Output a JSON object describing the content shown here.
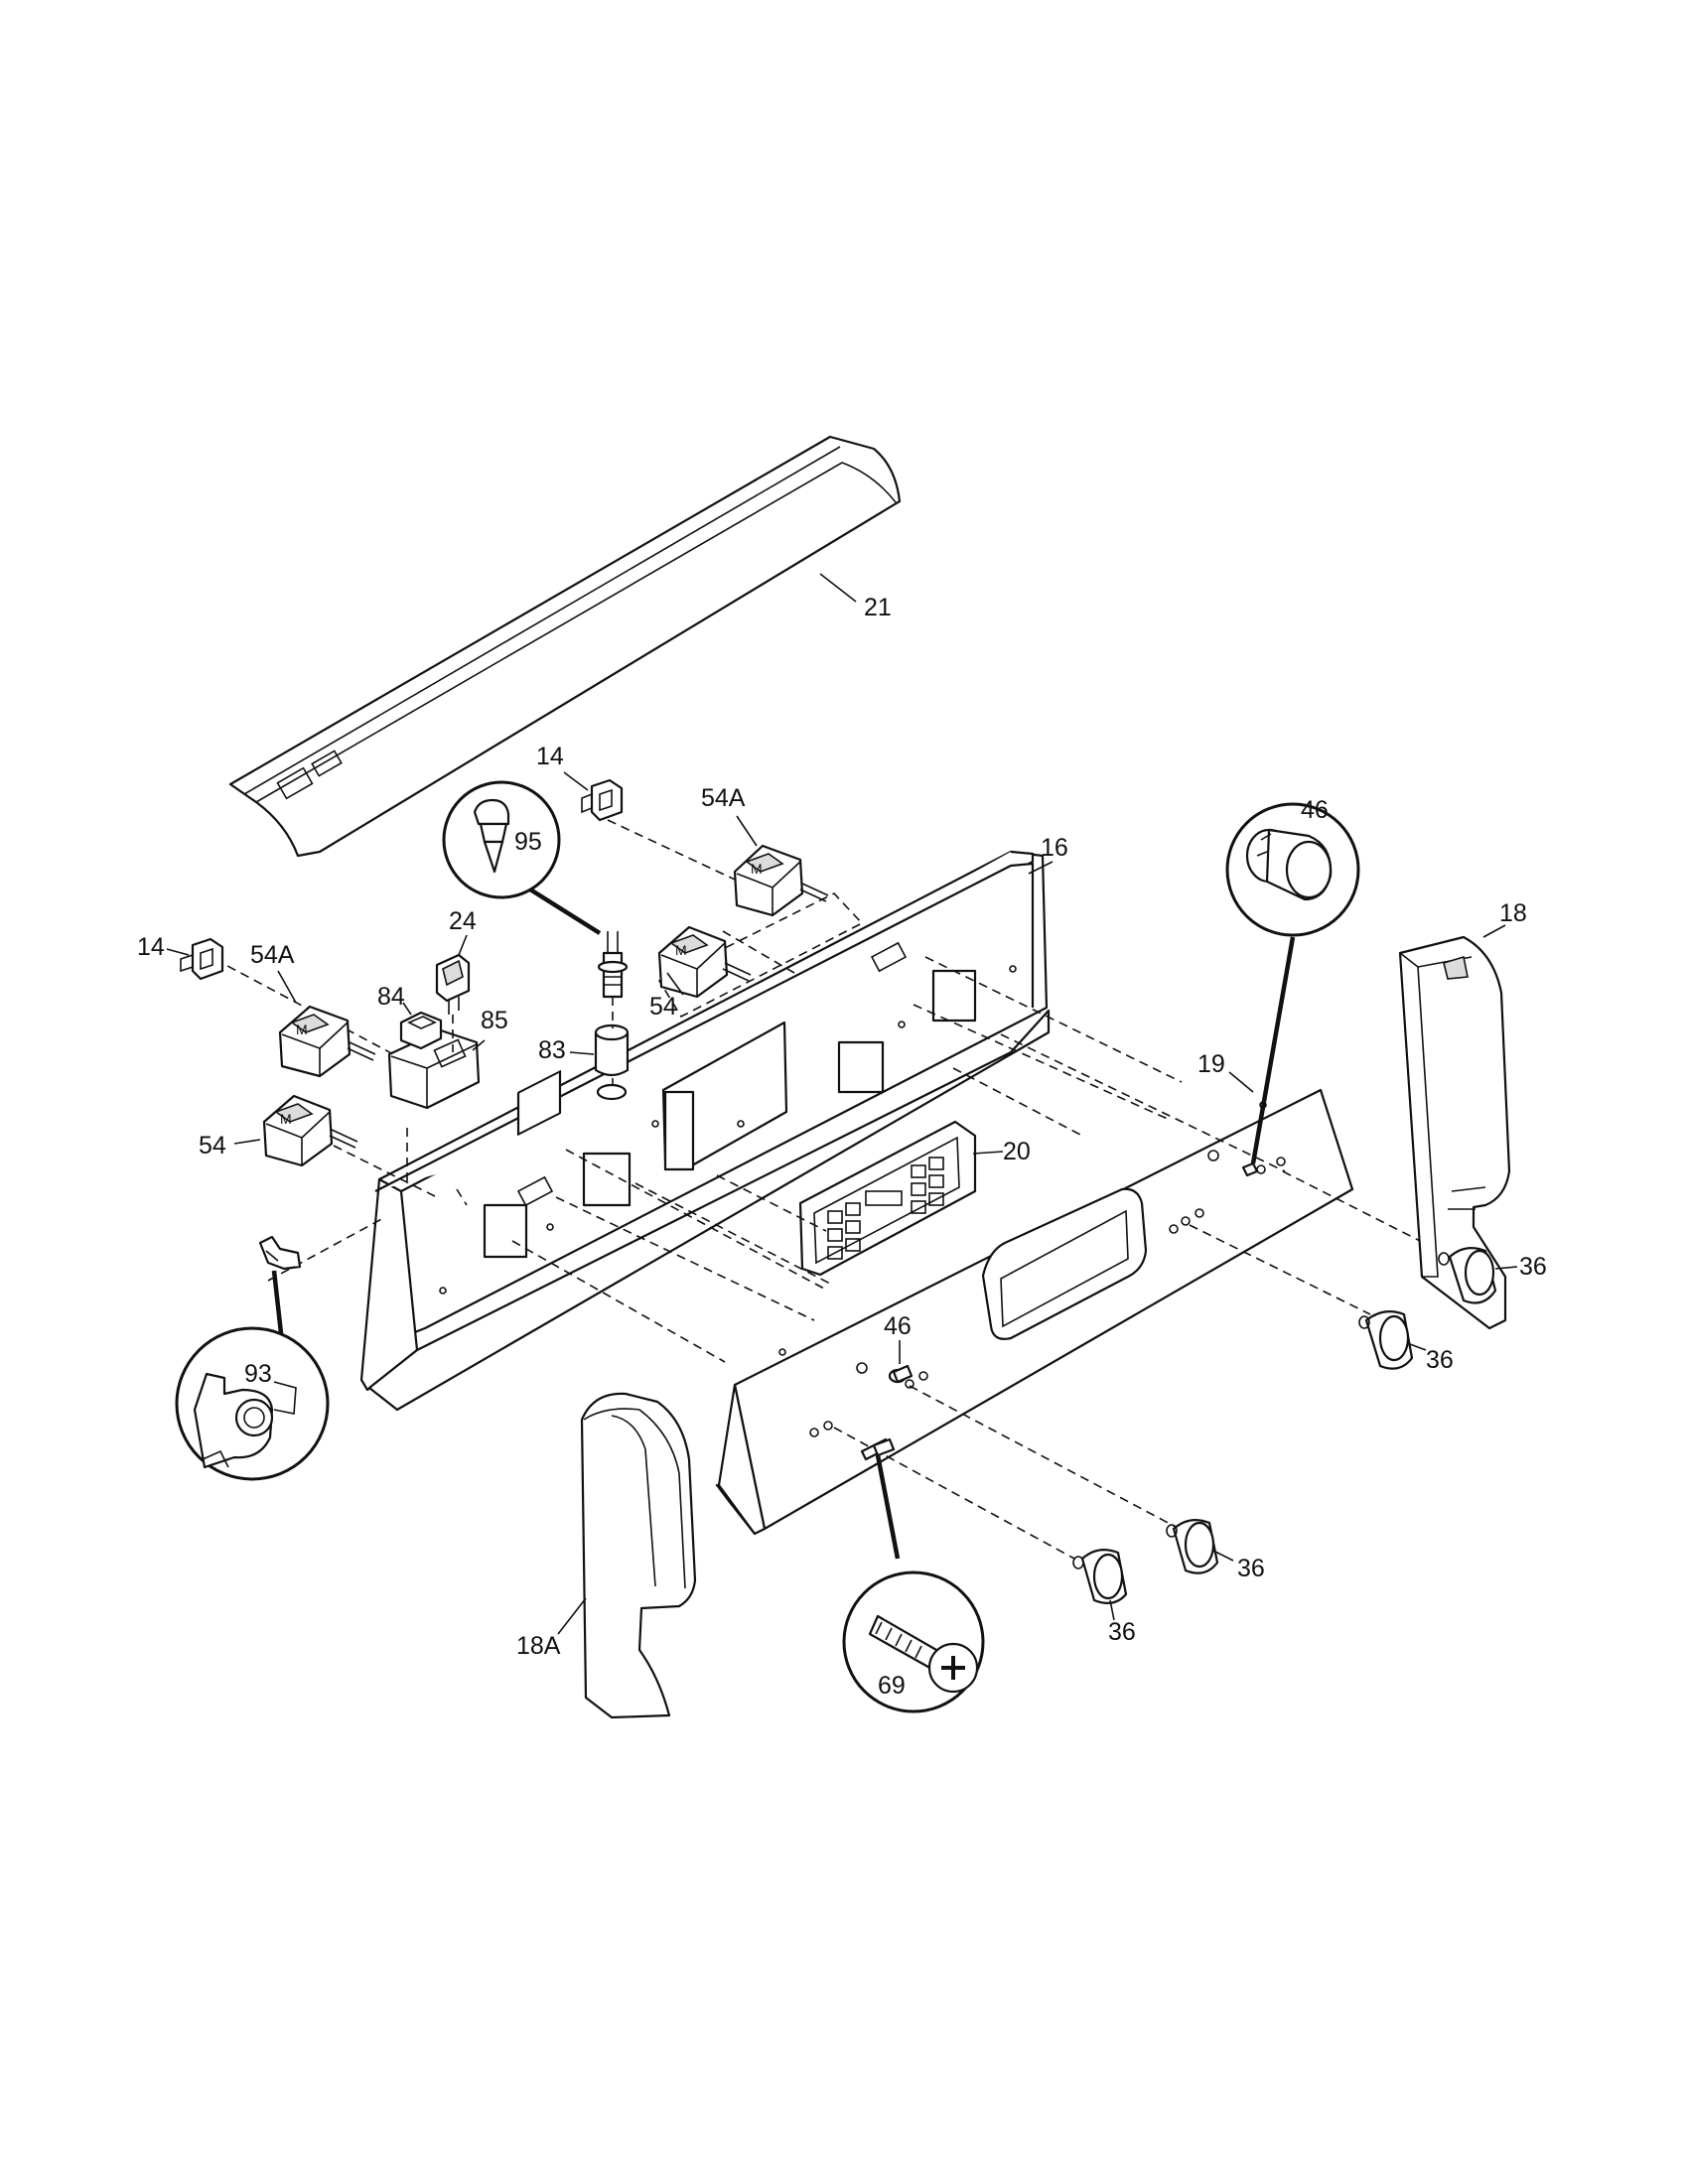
{
  "labels": {
    "p21": "21",
    "p14a": "14",
    "p54Aa": "54A",
    "p16": "16",
    "p95": "95",
    "p46a": "46",
    "p18": "18",
    "p24": "24",
    "p14b": "14",
    "p54Ab": "54A",
    "p84": "84",
    "p85": "85",
    "p54a": "54",
    "p83": "83",
    "p19": "19",
    "p54b": "54",
    "p20": "20",
    "p93": "93",
    "p36a": "36",
    "p36b": "36",
    "p46b": "46",
    "p36c": "36",
    "p36d": "36",
    "p18A": "18A",
    "p69": "69"
  },
  "parts": {
    "trim_21": "end-trim-icon",
    "switch_icon": "infinite-switch-icon",
    "knob_icon": "knob-icon",
    "screw_icon": "screw-icon",
    "clock_icon": "electronic-clock-icon",
    "thermostat_icon": "thermostat-icon",
    "spring_icon": "spring-icon"
  }
}
